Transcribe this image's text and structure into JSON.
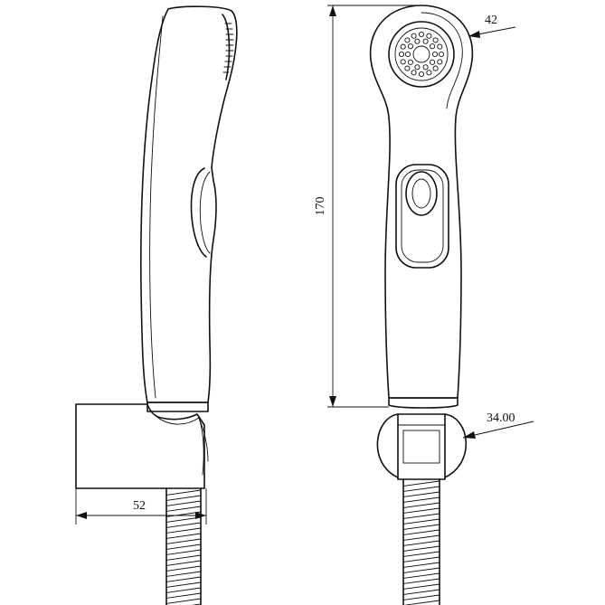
{
  "views": {
    "side": {
      "width_label": "52"
    },
    "front": {
      "height_label": "170",
      "head_label": "42",
      "bracket_label": "34.00"
    }
  },
  "colors": {
    "line": "#111111",
    "background": "#ffffff"
  }
}
